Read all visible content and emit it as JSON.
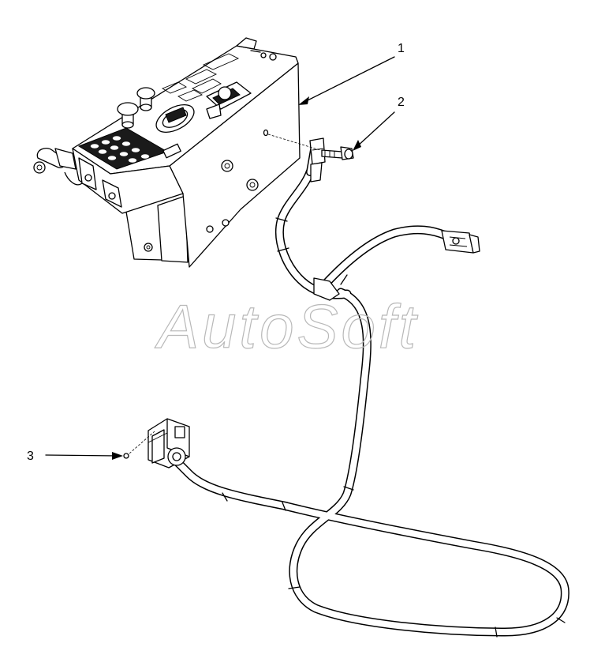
{
  "watermark": "AutoSoft",
  "callouts": [
    {
      "number": "1",
      "part": "console-housing"
    },
    {
      "number": "2",
      "part": "bolt"
    },
    {
      "number": "3",
      "part": "screw"
    }
  ]
}
